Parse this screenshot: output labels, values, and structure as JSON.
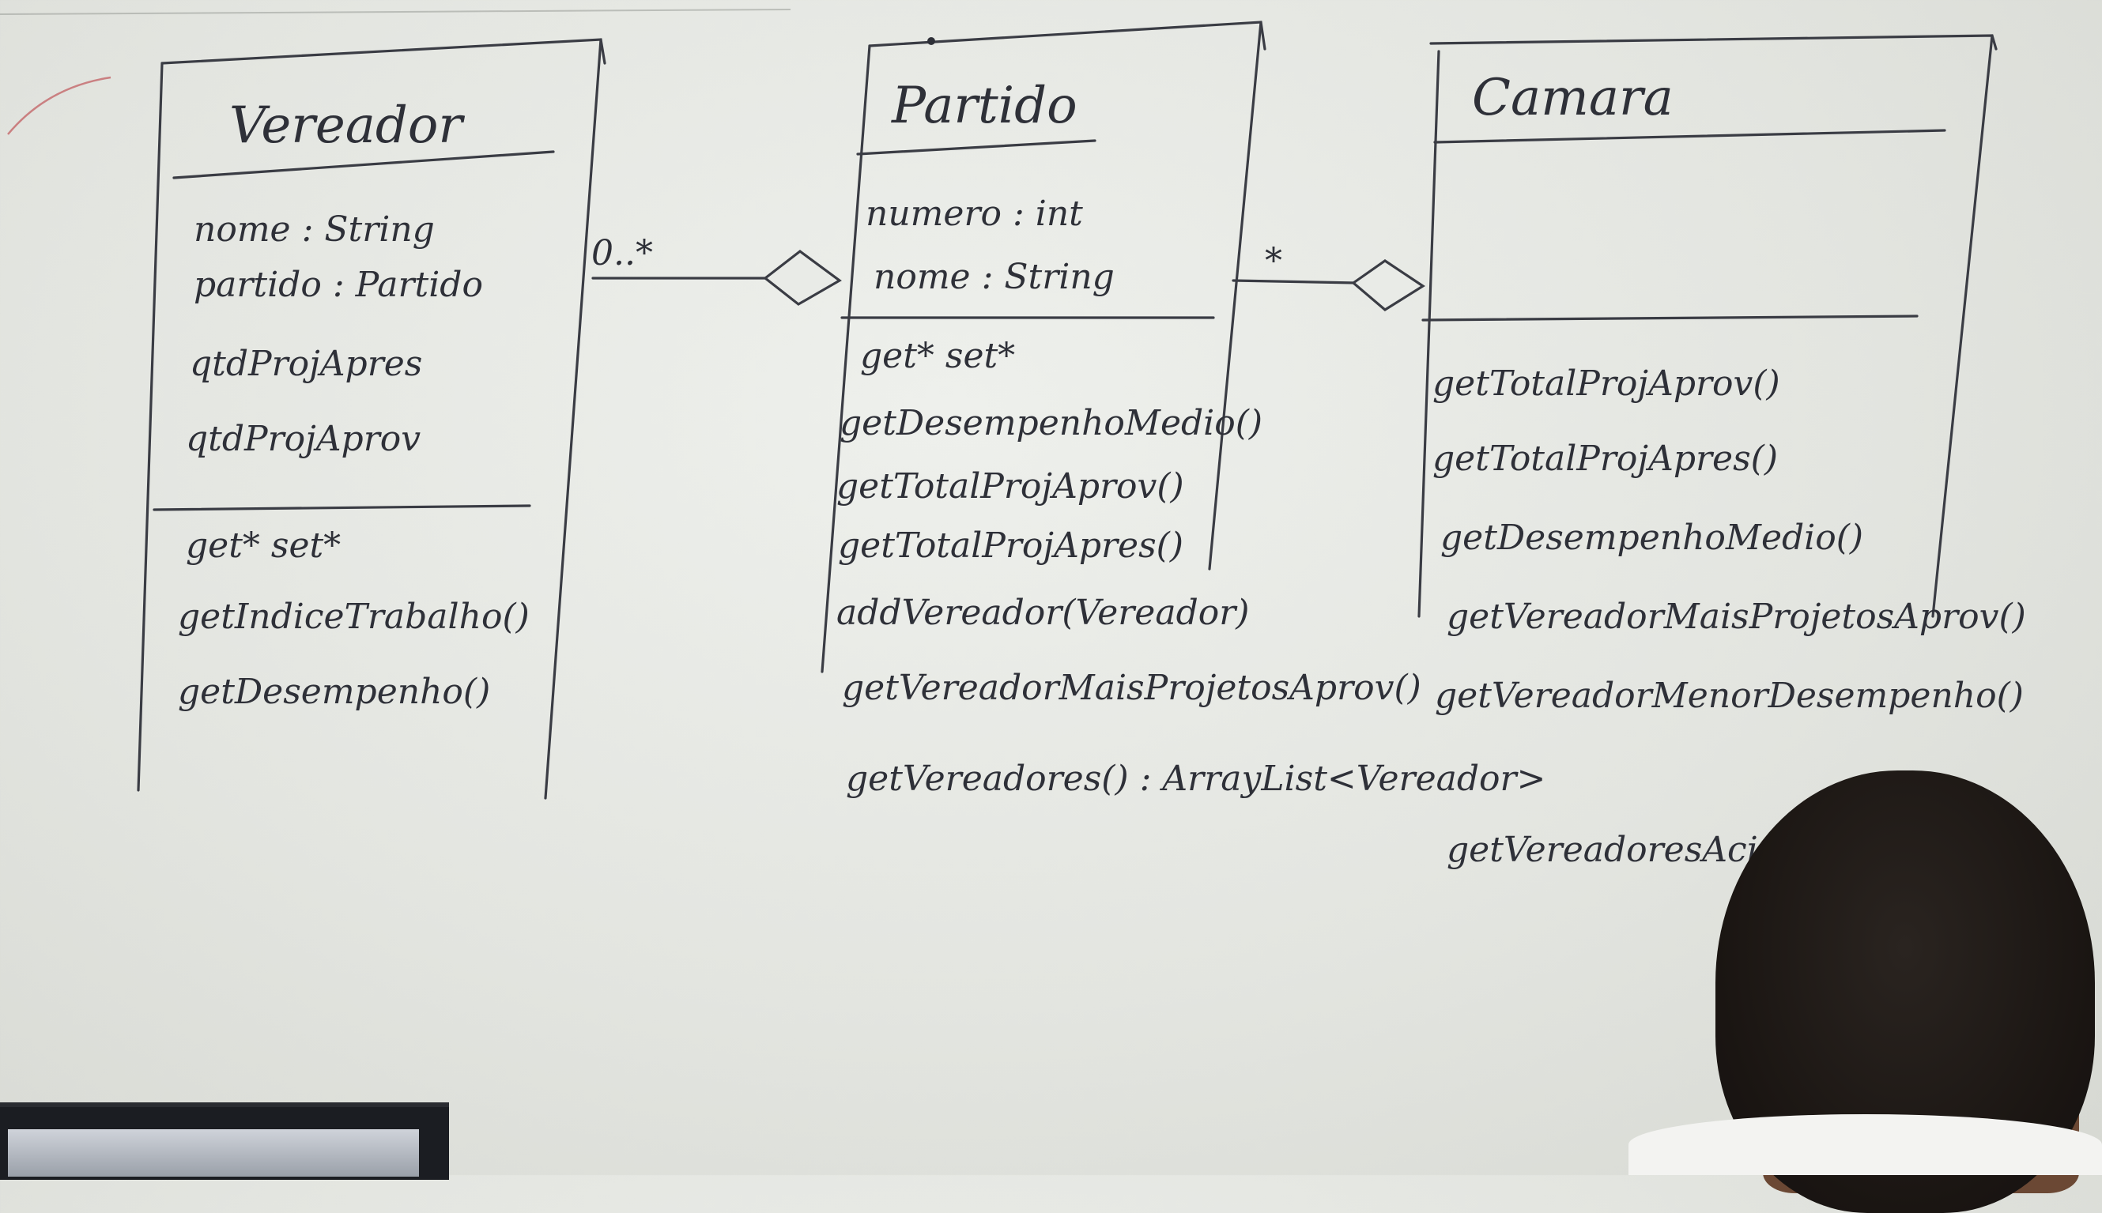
{
  "diagram": {
    "classes": [
      {
        "name": "Vereador",
        "attributes": [
          "nome : String",
          "partido : Partido",
          "qtdProjApres",
          "qtdProjAprov"
        ],
        "methods": [
          "get*   set*",
          "getIndiceTrabalho()",
          "getDesempenho()"
        ]
      },
      {
        "name": "Partido",
        "attributes": [
          "numero : int",
          "nome : String"
        ],
        "methods": [
          "get*   set*",
          "getDesempenhoMedio()",
          "getTotalProjAprov()",
          "getTotalProjApres()",
          "addVereador(Vereador)",
          "getVereadorMaisProjetosAprov()",
          "getVereadores() : ArrayList<Vereador>"
        ]
      },
      {
        "name": "Camara",
        "attributes": [],
        "methods": [
          "getTotalProjAprov()",
          "getTotalProjApres()",
          "getDesempenhoMedio()",
          "getVereadorMaisProjetosAprov()",
          "getVereadorMenorDesempenho()",
          "getVereadoresAcim"
        ]
      }
    ],
    "associations": [
      {
        "from": "Vereador",
        "to": "Partido",
        "multiplicity": "0..*",
        "type": "aggregation"
      },
      {
        "from": "Partido",
        "to": "Camara",
        "multiplicity": "*",
        "type": "aggregation"
      }
    ]
  }
}
